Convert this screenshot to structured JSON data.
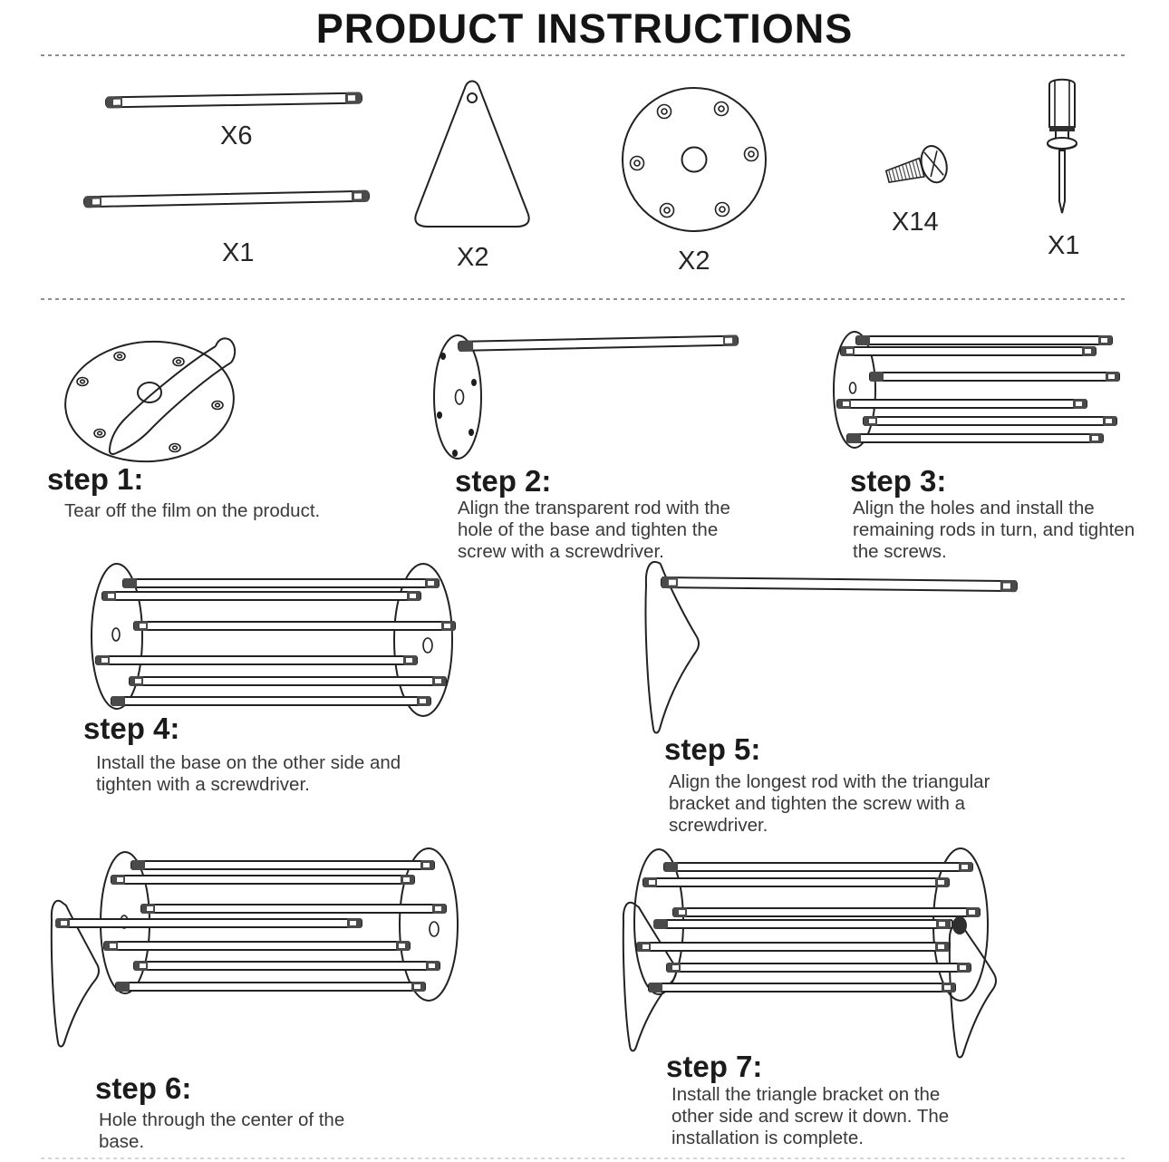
{
  "title": "PRODUCT INSTRUCTIONS",
  "parts": [
    {
      "name": "short-rod",
      "qty": "X6"
    },
    {
      "name": "long-rod",
      "qty": "X1"
    },
    {
      "name": "triangle-bracket",
      "qty": "X2"
    },
    {
      "name": "round-base",
      "qty": "X2"
    },
    {
      "name": "screw",
      "qty": "X14"
    },
    {
      "name": "screwdriver",
      "qty": "X1"
    }
  ],
  "steps": [
    {
      "heading": "step 1:",
      "body": "Tear off the film on the product."
    },
    {
      "heading": "step 2:",
      "body": "Align the transparent rod with the hole of the base and tighten the screw with a screwdriver."
    },
    {
      "heading": "step 3:",
      "body": "Align the holes and install the remaining rods in turn, and tighten the screws."
    },
    {
      "heading": "step 4:",
      "body": "Install the base on the other side and tighten with a screwdriver."
    },
    {
      "heading": "step 5:",
      "body": "Align the longest rod with the triangular bracket and tighten the screw with a screwdriver."
    },
    {
      "heading": "step 6:",
      "body": "Hole through the center of the base."
    },
    {
      "heading": "step 7:",
      "body": "Install the triangle bracket on the other side and screw it down. The installation is complete."
    }
  ],
  "colors": {
    "ink": "#222222",
    "body_text": "#3a3a3a",
    "divider": "#8f8f8f"
  }
}
